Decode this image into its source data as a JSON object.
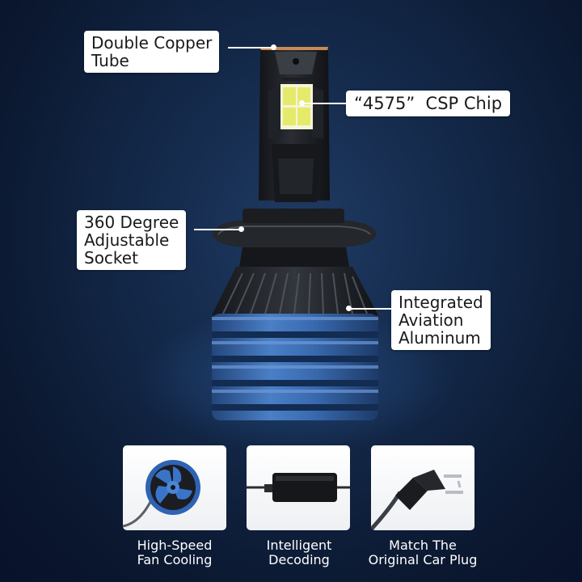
{
  "callouts": {
    "copper_tube": [
      "Double Copper",
      "Tube"
    ],
    "csp_chip": "“4575”  CSP Chip",
    "socket": [
      "360 Degree",
      "Adjustable",
      "Socket"
    ],
    "aluminum": [
      "Integrated",
      "Aviation",
      "Aluminum"
    ]
  },
  "features": [
    {
      "line1": "High-Speed",
      "line2": "Fan Cooling",
      "icon": "cooling-fan-icon"
    },
    {
      "line1": "Intelligent",
      "line2": "Decoding",
      "icon": "decoder-module-icon"
    },
    {
      "line1": "Match The",
      "line2": "Original Car Plug",
      "icon": "h7-plug-icon"
    }
  ],
  "colors": {
    "background": "#132848",
    "heatsink_blue": "#3b6fb8",
    "chip_yellow": "#e8ec72",
    "callout_bg": "#ffffff"
  }
}
